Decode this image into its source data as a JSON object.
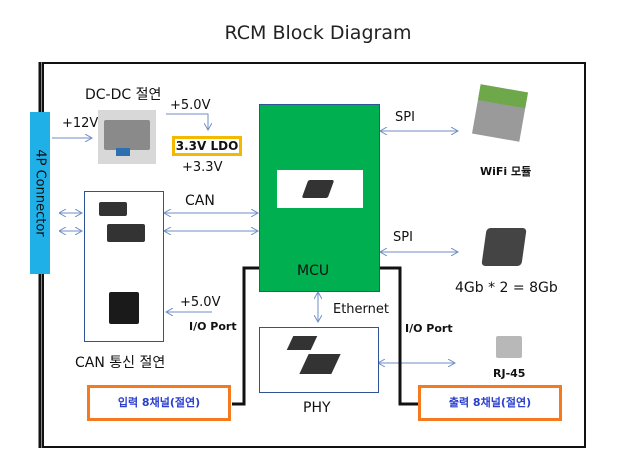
{
  "title": "RCM Block Diagram",
  "blocks": {
    "connector": "4P Connector",
    "dcdc": "DC-DC 절연",
    "ldo": "3.3V LDO",
    "mcu": "MCU",
    "phy": "PHY",
    "can_isolation": "CAN 통신 절연",
    "wifi": "WiFi 모듈",
    "memory": "4Gb * 2 = 8Gb",
    "rj45": "RJ-45",
    "input_channels": "입력 8채널(절연)",
    "output_channels": "출력 8채널(절연)"
  },
  "signals": {
    "v12": "+12V",
    "v5_top": "+5.0V",
    "v33": "+3.3V",
    "can": "CAN",
    "v5_can": "+5.0V",
    "spi_wifi": "SPI",
    "spi_mem": "SPI",
    "ethernet": "Ethernet",
    "io_left": "I/O Port",
    "io_right": "I/O Port"
  },
  "colors": {
    "mcu": "#00b050",
    "connector": "#1fb0e8",
    "ldo_border": "#f5b800",
    "io_border": "#f47a20",
    "io_text": "#2a3fcf",
    "arrow": "#6f8fc7"
  }
}
